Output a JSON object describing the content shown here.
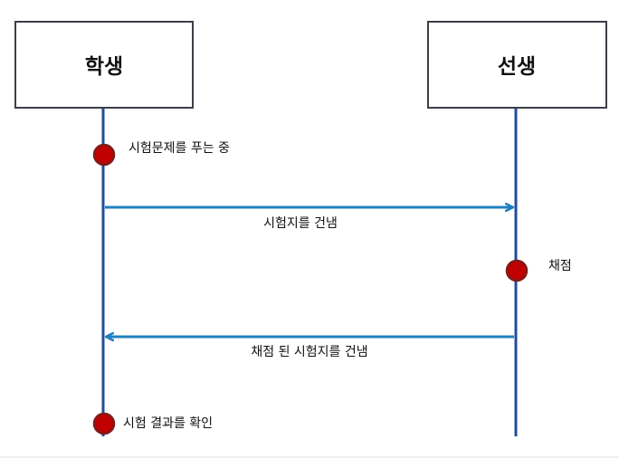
{
  "actors": [
    {
      "id": "student",
      "label": "학생"
    },
    {
      "id": "teacher",
      "label": "선생"
    }
  ],
  "events": [
    {
      "actor": "student",
      "label": "시험문제를 푸는 중"
    },
    {
      "actor": "teacher",
      "label": "채점"
    },
    {
      "actor": "student",
      "label": "시험 결과를 확인"
    }
  ],
  "messages": [
    {
      "from": "student",
      "to": "teacher",
      "label": "시험지를 건냄"
    },
    {
      "from": "teacher",
      "to": "student",
      "label": "채점 된 시험지를 건냄"
    }
  ],
  "colors": {
    "lifeline": "#1f4e9a",
    "arrow": "#1f7fc2",
    "event_dot": "#c00000"
  }
}
